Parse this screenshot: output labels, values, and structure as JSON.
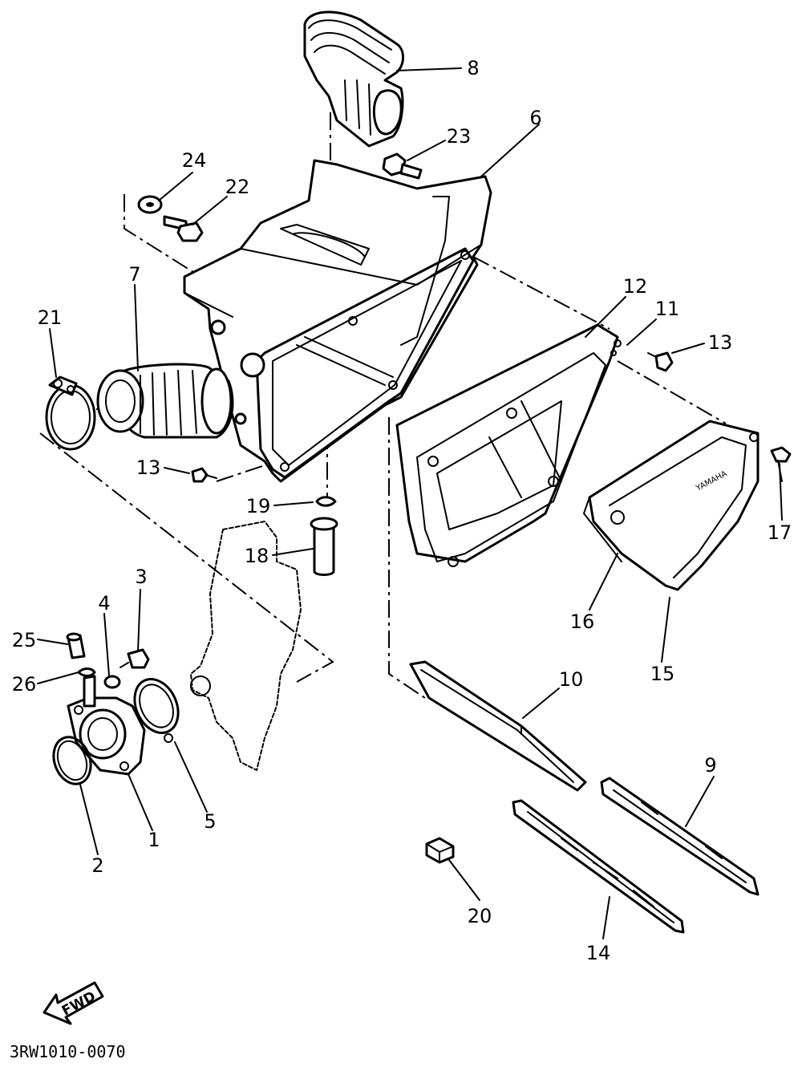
{
  "diagram": {
    "part_labels": {
      "p1": "1",
      "p2": "2",
      "p3": "3",
      "p4": "4",
      "p5": "5",
      "p6": "6",
      "p7": "7",
      "p8": "8",
      "p9": "9",
      "p10": "10",
      "p11": "11",
      "p12": "12",
      "p13a": "13",
      "p13b": "13",
      "p14": "14",
      "p15": "15",
      "p16": "16",
      "p17": "17",
      "p18": "18",
      "p19": "19",
      "p20": "20",
      "p21": "21",
      "p22": "22",
      "p23": "23",
      "p24": "24",
      "p25": "25",
      "p26": "26"
    },
    "fwd_arrow": "FWD",
    "brand_mark": "YAMAHA",
    "drawing_code": "3RW1010-0070"
  }
}
